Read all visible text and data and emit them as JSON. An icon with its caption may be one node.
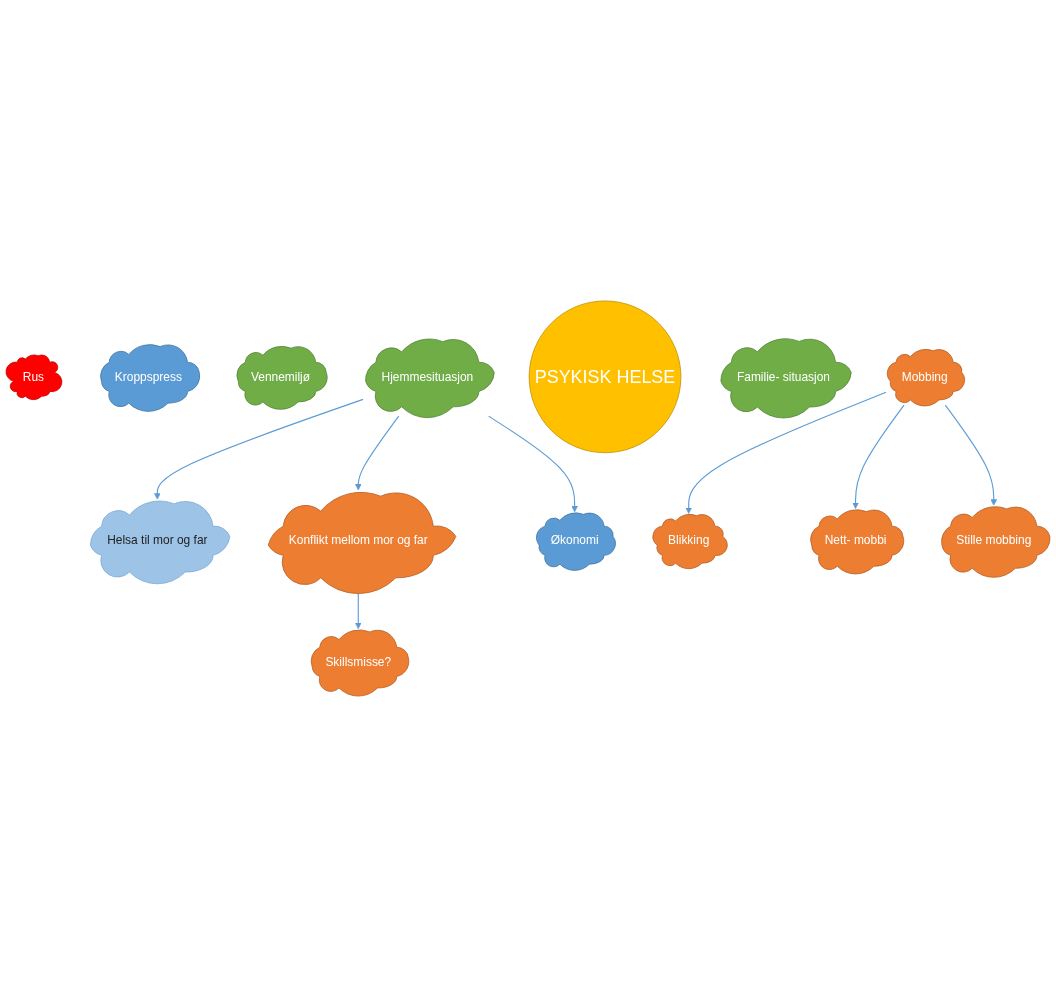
{
  "diagram": {
    "nodes": [
      {
        "text": [
          "Helsa til mor og far"
        ]
      },
      {
        "text": [
          "Rus"
        ]
      },
      {
        "text": [
          "Kroppspress"
        ]
      },
      {
        "text": [
          "Vennemiljø"
        ]
      },
      {
        "text": [
          "Hjemmesituasjon"
        ]
      },
      {
        "text": [
          "PSYKISK HELSE"
        ]
      },
      {
        "text": [
          "Familie- situasjon"
        ]
      },
      {
        "text": [
          "Konflikt mellom mor og far"
        ]
      },
      {
        "text": [
          "Økonomi"
        ]
      },
      {
        "text": [
          "Mobbing"
        ]
      },
      {
        "text": [
          "Blikking"
        ]
      },
      {
        "text": [
          "Nett- mobbi"
        ]
      },
      {
        "text": [
          "Stille mobbing"
        ]
      },
      {
        "text": [
          "Skillsmisse?"
        ]
      }
    ],
    "edges": [
      {
        "from": 4,
        "to": 0,
        "arrow": "to"
      },
      {
        "from": 4,
        "to": 7,
        "arrow": "to"
      },
      {
        "from": 4,
        "to": 8,
        "arrow": "to"
      },
      {
        "from": 7,
        "to": 13,
        "arrow": "to"
      },
      {
        "from": 9,
        "to": 10,
        "arrow": "to"
      },
      {
        "from": 9,
        "to": 11,
        "arrow": "to"
      },
      {
        "from": 9,
        "to": 12,
        "arrow": "to"
      }
    ]
  }
}
